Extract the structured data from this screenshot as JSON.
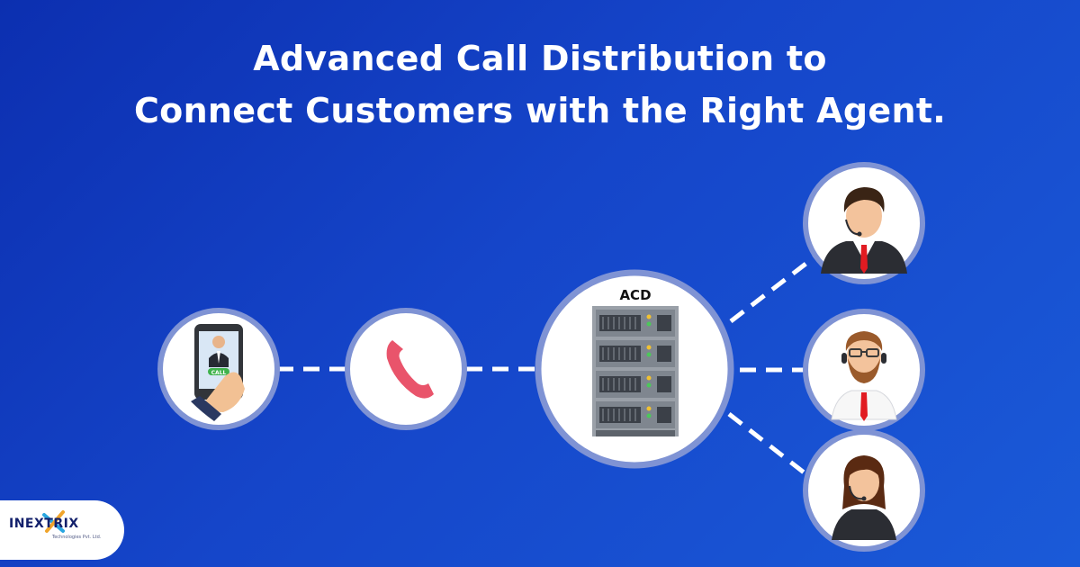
{
  "title": {
    "line1": "Advanced Call Distribution to",
    "line2": "Connect Customers with the Right Agent."
  },
  "nodes": {
    "customer": {
      "call_badge": "CALL"
    },
    "phone": {},
    "acd": {
      "label": "ACD"
    },
    "agents": [
      "male-agent-suit-icon",
      "male-agent-glasses-icon",
      "female-agent-icon"
    ]
  },
  "logo": {
    "brand": "INEXTRIX",
    "tagline": "Technologies Pvt. Ltd."
  },
  "colors": {
    "background_start": "#0c2fb0",
    "background_end": "#1a5ad8",
    "node_fill": "#ffffff",
    "node_border": "#7f93d4",
    "connector": "#ffffff",
    "phone_red": "#e9546b",
    "tie_red": "#e11b22"
  }
}
